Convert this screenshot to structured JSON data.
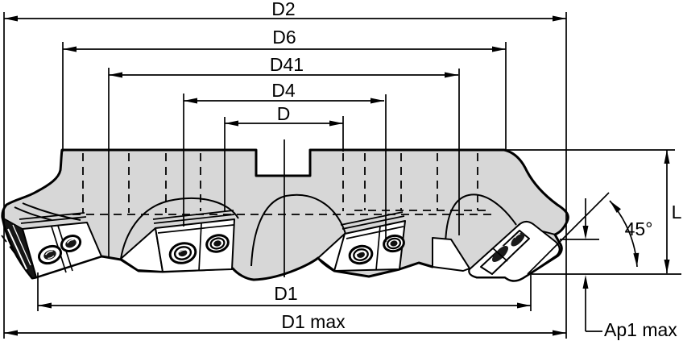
{
  "title": "Face mill technical drawing",
  "labels": {
    "d2": "D2",
    "d6": "D6",
    "d41": "D41",
    "d4": "D4",
    "d": "D",
    "d1": "D1",
    "d1_max": "D1 max",
    "ap1_max": "Ap1 max",
    "length": "L",
    "angle": "45°"
  },
  "colors": {
    "body": "#d7d7d7",
    "line": "#000000",
    "background": "#ffffff",
    "socket": "#1b1b1b"
  }
}
